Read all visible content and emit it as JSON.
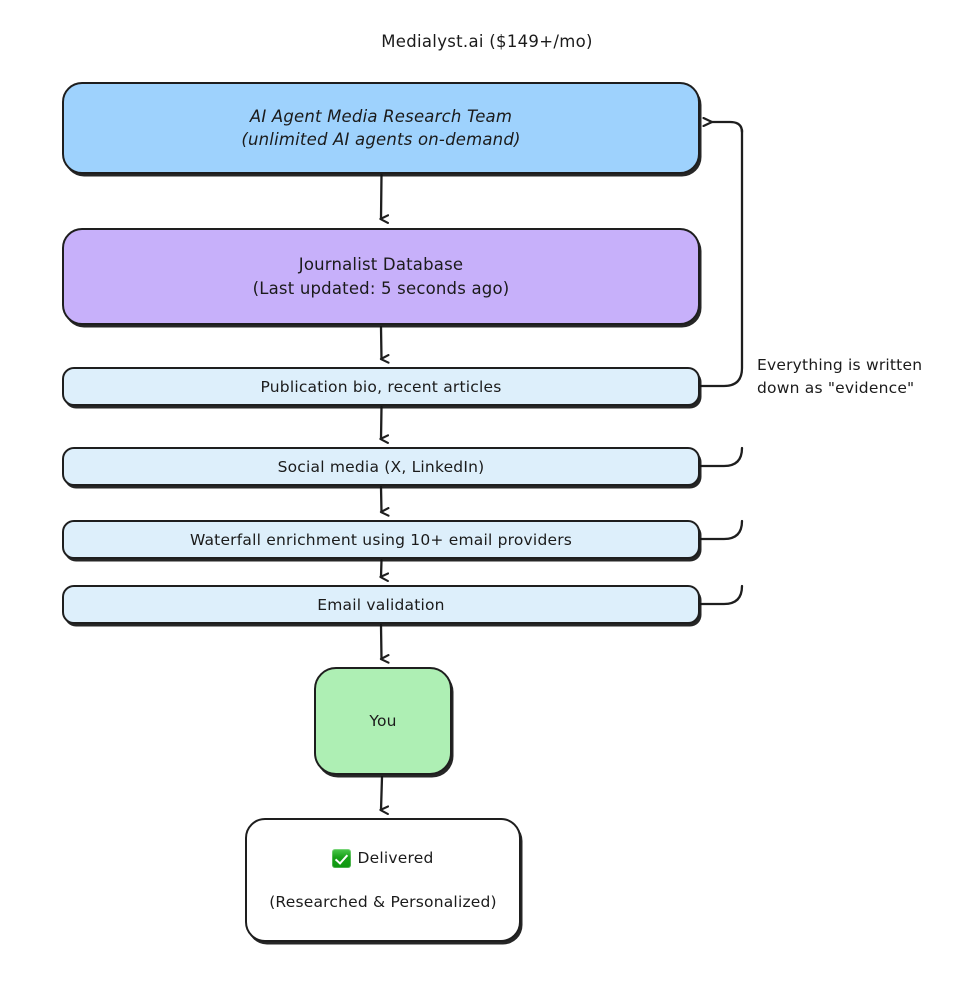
{
  "diagram": {
    "title": "Medialyst.ai ($149+/mo)",
    "type": "flowchart",
    "direction": "top-to-bottom",
    "background": "#ffffff",
    "colors": {
      "agent_team_fill": "#9ed2fd",
      "journalist_db_fill": "#c7b0fa",
      "step_fill": "#ddeffb",
      "you_fill": "#aeefb4",
      "delivered_fill": "#ffffff",
      "stroke": "#1e1e1e",
      "check_green": "#17a117"
    },
    "nodes": [
      {
        "id": "agent-team",
        "lines": [
          "AI Agent Media Research Team",
          "(unlimited AI agents on-demand)"
        ]
      },
      {
        "id": "journalist-db",
        "lines": [
          "Journalist Database",
          "(Last updated: 5 seconds ago)"
        ]
      },
      {
        "id": "pub-bio",
        "lines": [
          "Publication bio, recent articles"
        ]
      },
      {
        "id": "social",
        "lines": [
          "Social media (X, LinkedIn)"
        ]
      },
      {
        "id": "waterfall",
        "lines": [
          "Waterfall enrichment using 10+ email providers"
        ]
      },
      {
        "id": "email-val",
        "lines": [
          "Email validation"
        ]
      },
      {
        "id": "you",
        "lines": [
          "You"
        ]
      },
      {
        "id": "delivered",
        "icon": "check-mark-button-icon",
        "lines": [
          "Delivered",
          "(Researched & Personalized)"
        ]
      }
    ],
    "annotations": [
      {
        "id": "evidence-note",
        "lines": [
          "Everything is written",
          "down as \"evidence\""
        ]
      }
    ]
  },
  "labels": {
    "title": "Medialyst.ai ($149+/mo)",
    "agent_team_l1": "AI Agent Media Research Team",
    "agent_team_l2": "(unlimited AI agents on-demand)",
    "journalist_db_l1": "Journalist Database",
    "journalist_db_l2": "(Last updated: 5 seconds ago)",
    "pub_bio": "Publication bio, recent articles",
    "social": "Social media (X, LinkedIn)",
    "waterfall": "Waterfall enrichment using 10+ email providers",
    "email_validation": "Email validation",
    "you": "You",
    "delivered": "Delivered",
    "delivered_sub": "(Researched & Personalized)",
    "evidence_l1": "Everything is written",
    "evidence_l2": "down as \"evidence\""
  }
}
